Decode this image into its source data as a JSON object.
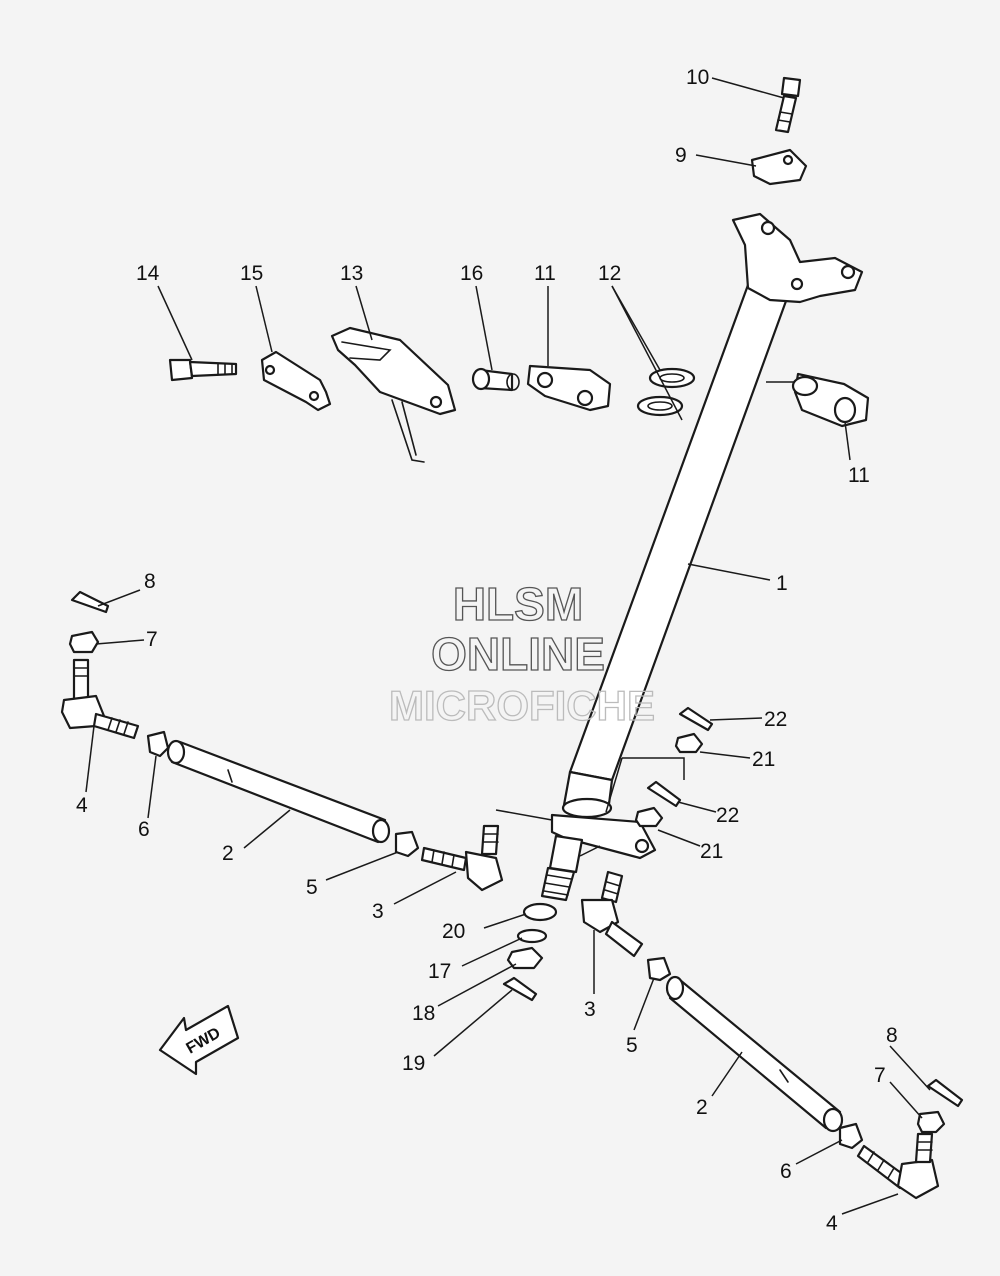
{
  "watermark": {
    "line1": "HLSM",
    "line2": "ONLINE",
    "line3": "MICROFICHE",
    "color_dark": "#555555",
    "color_light": "#bbbbbb"
  },
  "fwd_label": "FWD",
  "callouts": {
    "c1": "1",
    "c2a": "2",
    "c2b": "2",
    "c3a": "3",
    "c3b": "3",
    "c4a": "4",
    "c4b": "4",
    "c5a": "5",
    "c5b": "5",
    "c6a": "6",
    "c6b": "6",
    "c7a": "7",
    "c7b": "7",
    "c8a": "8",
    "c8b": "8",
    "c9": "9",
    "c10": "10",
    "c11a": "11",
    "c11b": "11",
    "c12": "12",
    "c13": "13",
    "c14": "14",
    "c15": "15",
    "c16": "16",
    "c17": "17",
    "c18": "18",
    "c19": "19",
    "c20": "20",
    "c21a": "21",
    "c21b": "21",
    "c22a": "22",
    "c22b": "22"
  }
}
